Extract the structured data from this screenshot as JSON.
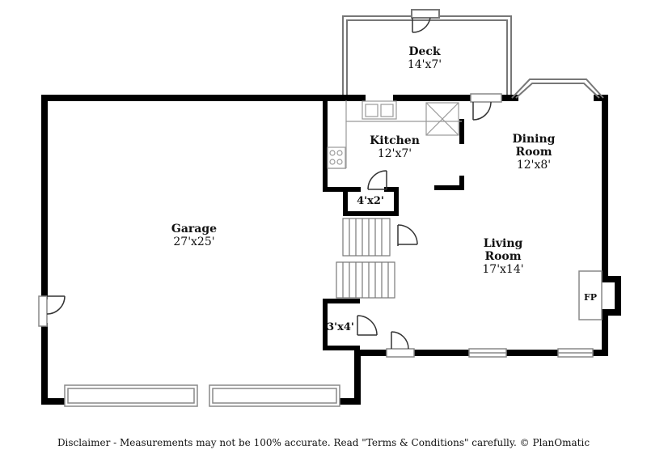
{
  "rooms": {
    "deck": {
      "name": "Deck",
      "dims": "14'x7'"
    },
    "kitchen": {
      "name": "Kitchen",
      "dims": "12'x7'"
    },
    "dining": {
      "name1": "Dining",
      "name2": "Room",
      "dims": "12'x8'"
    },
    "garage": {
      "name": "Garage",
      "dims": "27'x25'"
    },
    "living": {
      "name1": "Living",
      "name2": "Room",
      "dims": "17'x14'"
    },
    "closet_upper": {
      "dims": "4'x2'"
    },
    "closet_lower": {
      "dims": "3'x4'"
    }
  },
  "fireplace": {
    "label": "FP"
  },
  "disclaimer": "Disclaimer - Measurements may not be 100% accurate. Read \"Terms & Conditions\" carefully. © PlanOmatic"
}
